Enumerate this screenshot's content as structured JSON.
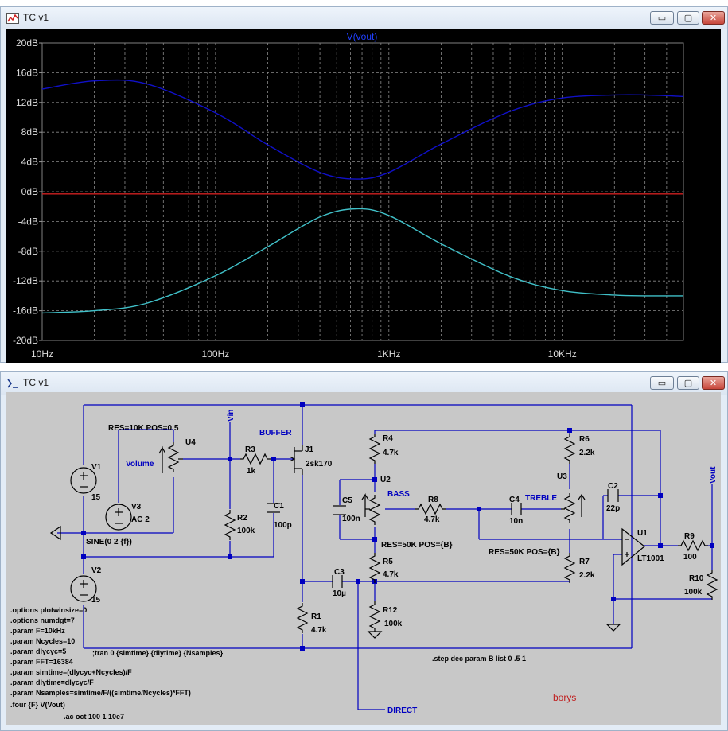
{
  "plot_window": {
    "title": "TC v1",
    "buttons": {
      "minimize": "▭",
      "maximize": "▢",
      "close": "✕"
    }
  },
  "schematic_window": {
    "title": "TC v1",
    "buttons": {
      "minimize": "▭",
      "maximize": "▢",
      "close": "✕"
    }
  },
  "chart_data": {
    "type": "line",
    "title": "V(vout)",
    "xscale": "log",
    "xlim": [
      10,
      50000
    ],
    "ylim": [
      -20,
      20
    ],
    "x_ticks": [
      "10Hz",
      "100Hz",
      "1KHz",
      "10KHz"
    ],
    "x_tick_values": [
      10,
      100,
      1000,
      10000
    ],
    "y_ticks": [
      "20dB",
      "16dB",
      "12dB",
      "8dB",
      "4dB",
      "0dB",
      "-4dB",
      "-8dB",
      "-12dB",
      "-16dB",
      "-20dB"
    ],
    "y_tick_values": [
      20,
      16,
      12,
      8,
      4,
      0,
      -4,
      -8,
      -12,
      -16,
      -20
    ],
    "grid": true,
    "background": "#000000",
    "series": [
      {
        "color": "#1010c8",
        "x": [
          10,
          20,
          40,
          100,
          200,
          400,
          650,
          1000,
          2000,
          5000,
          10000,
          20000,
          30000,
          50000
        ],
        "y": [
          13.8,
          14.9,
          14.5,
          10.6,
          6.3,
          2.6,
          1.7,
          2.6,
          6.4,
          10.8,
          12.6,
          13.0,
          13.0,
          12.8
        ]
      },
      {
        "color": "#d02020",
        "x": [
          10,
          50000
        ],
        "y": [
          -0.3,
          -0.3
        ]
      },
      {
        "color": "#40c0c8",
        "x": [
          10,
          20,
          40,
          100,
          200,
          400,
          650,
          1000,
          2000,
          5000,
          10000,
          20000,
          30000,
          50000
        ],
        "y": [
          -16.3,
          -16.0,
          -15.0,
          -11.3,
          -7.4,
          -3.4,
          -2.3,
          -3.2,
          -7.0,
          -11.4,
          -13.3,
          -13.9,
          -14.0,
          -14.0
        ]
      }
    ]
  },
  "schematic": {
    "components": [
      {
        "name": "V1",
        "value": "15"
      },
      {
        "name": "V2",
        "value": "15"
      },
      {
        "name": "V3",
        "value": "AC 2"
      },
      {
        "name": "U4",
        "value": "RES=10K POS=0.5"
      },
      {
        "name": "R3",
        "value": "1k"
      },
      {
        "name": "R2",
        "value": "100k"
      },
      {
        "name": "C1",
        "value": "100p"
      },
      {
        "name": "J1",
        "value": "2sk170"
      },
      {
        "name": "R4",
        "value": "4.7k"
      },
      {
        "name": "U2",
        "value": "RES=50K POS={B}"
      },
      {
        "name": "C5",
        "value": "100n"
      },
      {
        "name": "R8",
        "value": "4.7k"
      },
      {
        "name": "C4",
        "value": "10n"
      },
      {
        "name": "R6",
        "value": "2.2k"
      },
      {
        "name": "U3",
        "value": "RES=50K POS={B}"
      },
      {
        "name": "R7",
        "value": "2.2k"
      },
      {
        "name": "C2",
        "value": "22p"
      },
      {
        "name": "U1",
        "value": "LT1001"
      },
      {
        "name": "R9",
        "value": "100"
      },
      {
        "name": "R10",
        "value": "100k"
      },
      {
        "name": "R5",
        "value": "4.7k"
      },
      {
        "name": "C3",
        "value": "10µ"
      },
      {
        "name": "R12",
        "value": "100k"
      },
      {
        "name": "R1",
        "value": "4.7k"
      }
    ],
    "labels": {
      "vin": "Vin",
      "vout": "Vout",
      "buffer": "BUFFER",
      "volume": "Volume",
      "bass": "BASS",
      "treble": "TREBLE",
      "direct": "DIRECT",
      "sine": "SINE(0 2 {f})",
      "author": "borys"
    },
    "directives": [
      ".options plotwinsize=0",
      ".options numdgt=7",
      ".param F=10kHz",
      ".param Ncycles=10",
      ".param dlycyc=5",
      ".param FFT=16384",
      ".param simtime=(dlycyc+Ncycles)/F",
      ".param dlytime=dlycyc/F",
      ".param Nsamples=simtime/F/((simtime/Ncycles)*FFT)",
      ".four {F} V(Vout)"
    ],
    "tran_directive": ";tran 0 {simtime} {dlytime} {Nsamples}",
    "ac_directive": ".ac oct 100 1 10e7",
    "step_directive": ".step dec param B list 0 .5 1"
  },
  "colors": {
    "wire": "#0000c0",
    "component": "#000000",
    "label_blue": "#0000c0",
    "label_red": "#c02020",
    "schematic_bg": "#c8c8c8"
  }
}
